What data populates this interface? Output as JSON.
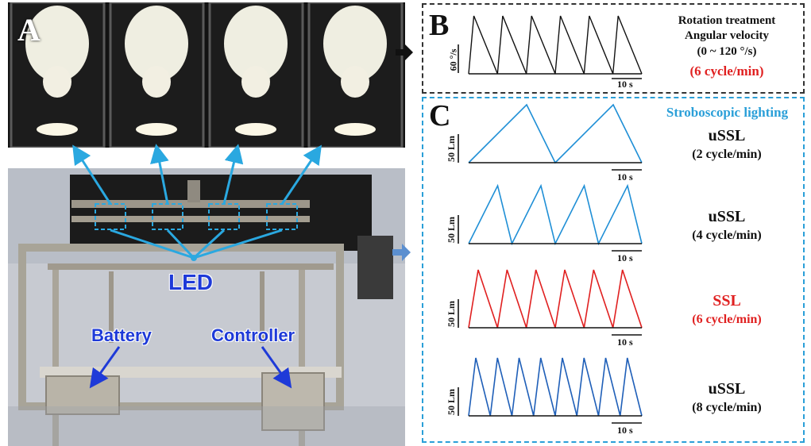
{
  "panels": {
    "a": "A",
    "b": "B",
    "c": "C"
  },
  "photo_labels": {
    "led": "LED",
    "battery": "Battery",
    "controller": "Controller"
  },
  "rotation": {
    "line1": "Rotation treatment",
    "line2": "Angular velocity",
    "line3": "(0 ~ 120 °/s)",
    "line4": "(6 cycle/min)",
    "yscale": "60 °/s",
    "xscale": "10 s",
    "cycles": 6
  },
  "stroboscopic": {
    "title": "Stroboscopic lighting",
    "rows": [
      {
        "name": "uSSL",
        "rate": "(2 cycle/min)",
        "cycles": 2,
        "color": "#1f8fd6",
        "yscale": "50 Lm",
        "xscale": "10 s"
      },
      {
        "name": "uSSL",
        "rate": "(4 cycle/min)",
        "cycles": 4,
        "color": "#1f8fd6",
        "yscale": "50 Lm",
        "xscale": "10 s"
      },
      {
        "name": "SSL",
        "rate": "(6 cycle/min)",
        "cycles": 6,
        "color": "#e02020",
        "yscale": "50 Lm",
        "xscale": "10 s"
      },
      {
        "name": "uSSL",
        "rate": "(8 cycle/min)",
        "cycles": 8,
        "color": "#1f5fb8",
        "yscale": "50 Lm",
        "xscale": "10 s"
      }
    ]
  },
  "colors": {
    "led_arrow": "#2aa8e0",
    "label_blue": "#1e3ad8",
    "red": "#e02020",
    "box_c": "#2a9fd8"
  }
}
